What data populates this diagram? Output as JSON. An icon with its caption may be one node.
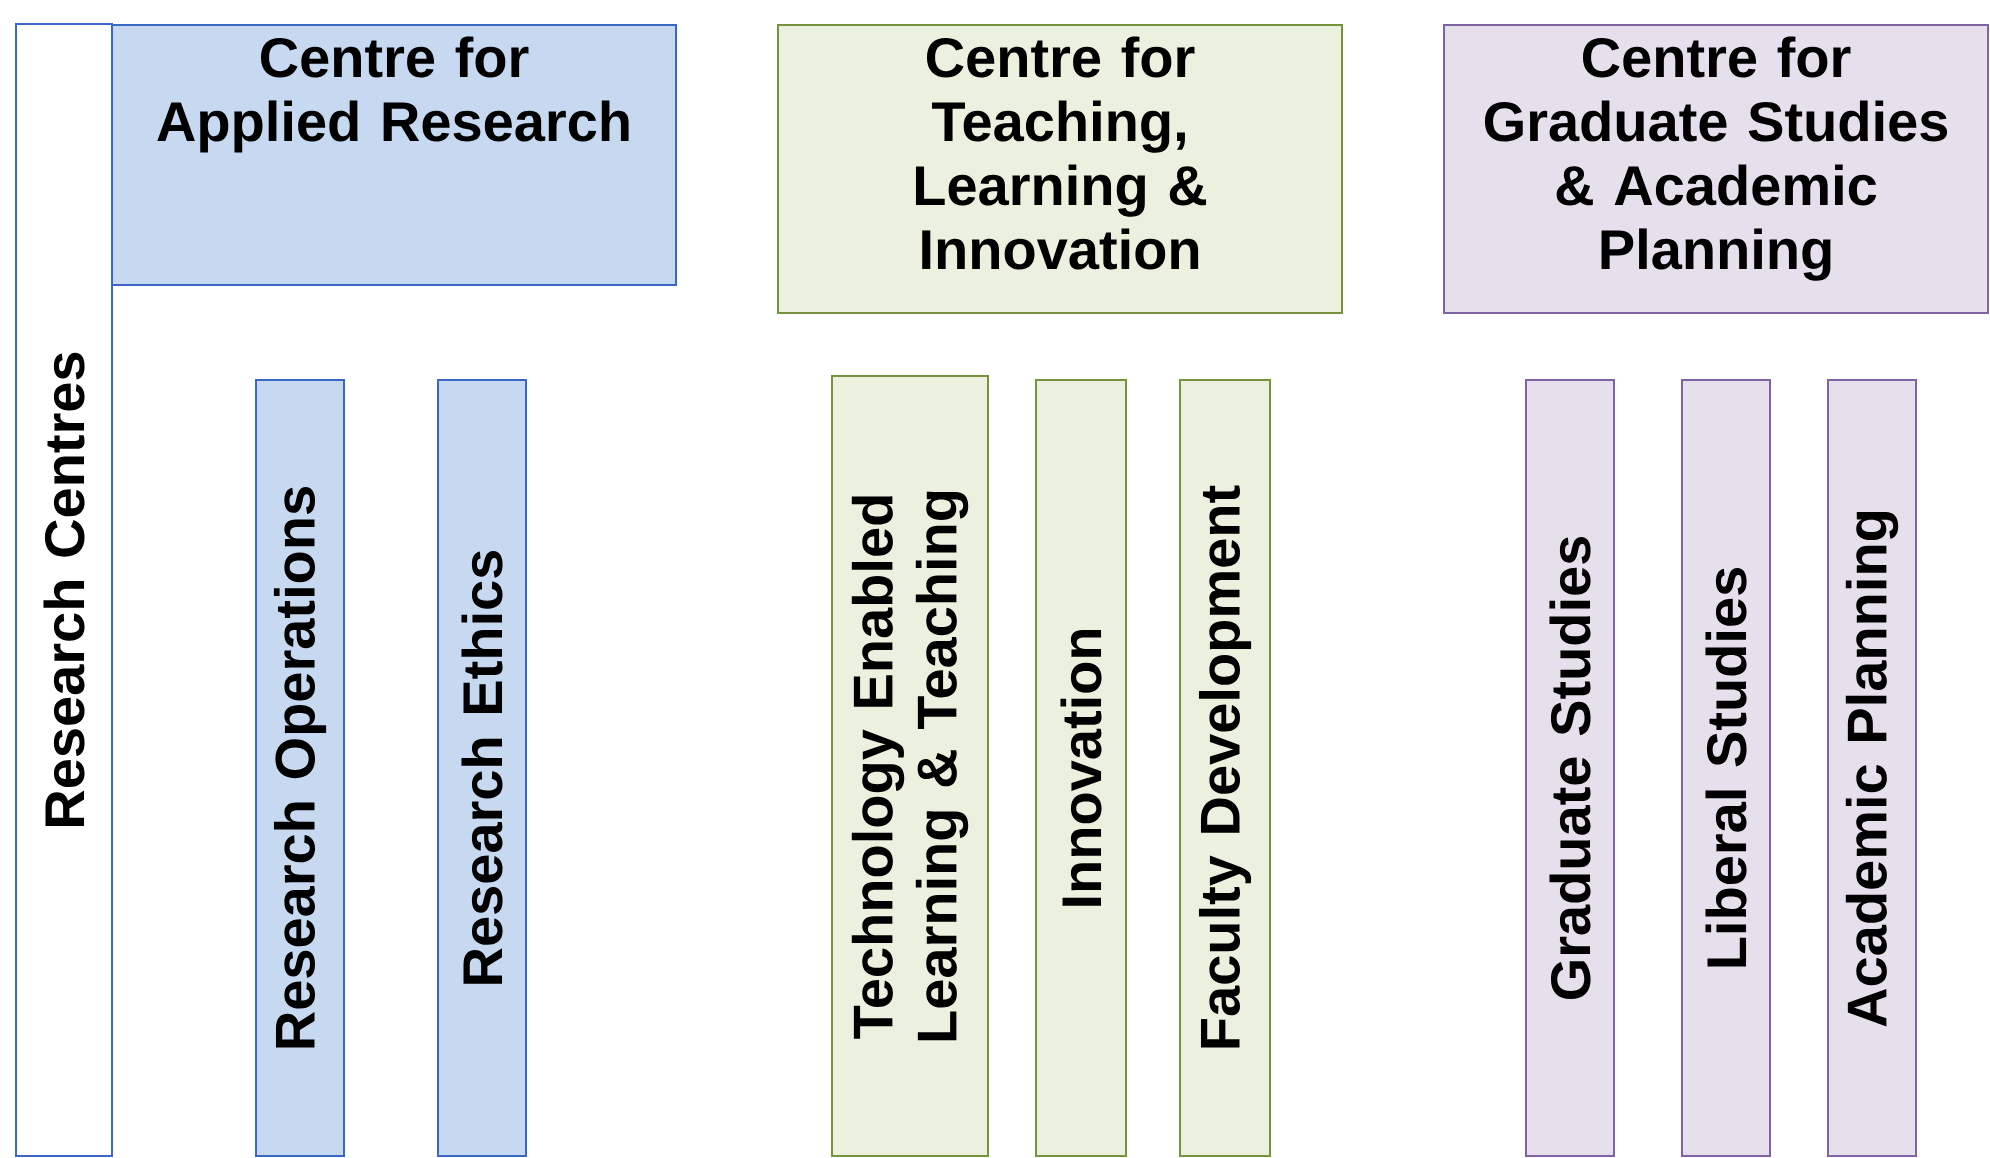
{
  "diagram": {
    "nodes": [
      {
        "text": [
          "Research Centres"
        ]
      },
      {
        "text": [
          "Centre for Applied Research"
        ]
      },
      {
        "text": [
          "Centre for Teaching, Learning & Innovation"
        ]
      },
      {
        "text": [
          "Centre for Graduate Studies & Academic Planning"
        ]
      },
      {
        "text": [
          "Research Operations"
        ]
      },
      {
        "text": [
          "Research Ethics"
        ]
      },
      {
        "text": [
          "Technology Enabled Learning & Teaching"
        ]
      },
      {
        "text": [
          "Innovation"
        ]
      },
      {
        "text": [
          "Faculty Development"
        ]
      },
      {
        "text": [
          "Graduate Studies"
        ]
      },
      {
        "text": [
          "Liberal Studies"
        ]
      },
      {
        "text": [
          "Academic Planning"
        ]
      }
    ],
    "edges": []
  }
}
